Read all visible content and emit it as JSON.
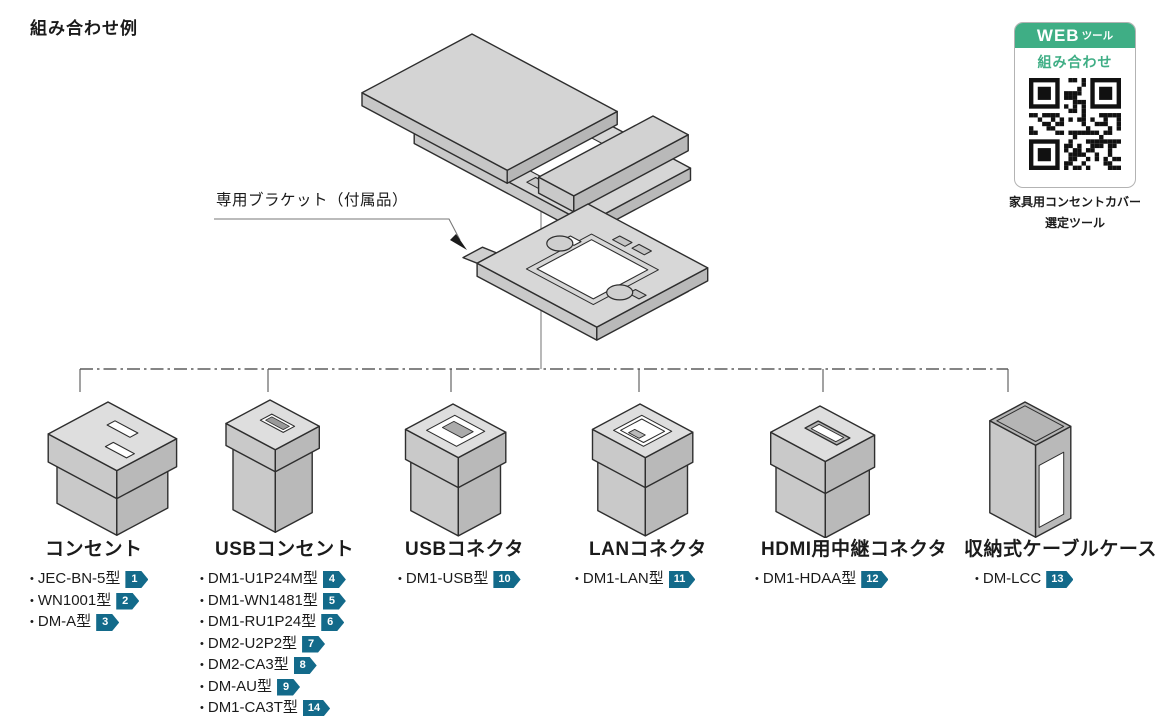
{
  "title": "組み合わせ例",
  "diagram": {
    "bracket_label": "専用ブラケット（付属品）"
  },
  "web_tool": {
    "tag_main": "WEB",
    "tag_sub": "ツール",
    "label": "組み合わせ",
    "caption_line1": "家具用コンセントカバー",
    "caption_line2": "選定ツール"
  },
  "colors": {
    "accent_green": "#3fae85",
    "badge_teal": "#136a8a"
  },
  "groups": [
    {
      "heading": "コンセント",
      "items": [
        {
          "model": "JEC-BN-5型",
          "ref": "1"
        },
        {
          "model": "WN1001型",
          "ref": "2"
        },
        {
          "model": "DM-A型",
          "ref": "3"
        }
      ]
    },
    {
      "heading": "USBコンセント",
      "items": [
        {
          "model": "DM1-U1P24M型",
          "ref": "4"
        },
        {
          "model": "DM1-WN1481型",
          "ref": "5"
        },
        {
          "model": "DM1-RU1P24型",
          "ref": "6"
        },
        {
          "model": "DM2-U2P2型",
          "ref": "7"
        },
        {
          "model": "DM2-CA3型",
          "ref": "8"
        },
        {
          "model": "DM-AU型",
          "ref": "9"
        },
        {
          "model": "DM1-CA3T型",
          "ref": "14"
        }
      ]
    },
    {
      "heading": "USBコネクタ",
      "items": [
        {
          "model": "DM1-USB型",
          "ref": "10"
        }
      ]
    },
    {
      "heading": "LANコネクタ",
      "items": [
        {
          "model": "DM1-LAN型",
          "ref": "11"
        }
      ]
    },
    {
      "heading": "HDMI用中継コネクタ",
      "items": [
        {
          "model": "DM1-HDAA型",
          "ref": "12"
        }
      ]
    },
    {
      "heading": "収納式ケーブルケース",
      "items": [
        {
          "model": "DM-LCC",
          "ref": "13"
        }
      ]
    }
  ]
}
